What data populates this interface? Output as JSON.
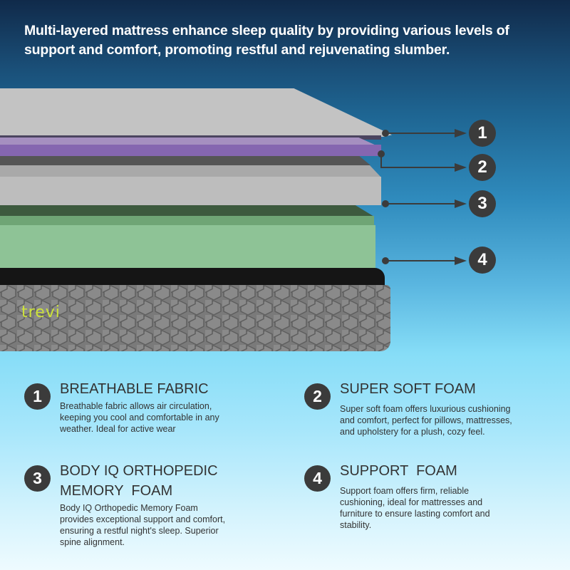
{
  "headline": "Multi-layered mattress enhance sleep quality by providing various levels of support and comfort, promoting restful and rejuvenating slumber.",
  "brand": "trevi",
  "colors": {
    "layer1": "#c3c3c3",
    "layer2": "#8566b0",
    "layer3": "#bdbdbd",
    "layer4": "#8ec396",
    "base": "#7a7a7a",
    "brand": "#cde33b",
    "badge": "#3b3b3b",
    "text": "#333333"
  },
  "callouts": [
    {
      "number": "1"
    },
    {
      "number": "2"
    },
    {
      "number": "3"
    },
    {
      "number": "4"
    }
  ],
  "features": [
    {
      "number": "1",
      "title": "BREATHABLE FABRIC",
      "description": "Breathable fabric allows air circulation, keeping you cool and comfortable in any weather. Ideal for active wear"
    },
    {
      "number": "2",
      "title": "SUPER SOFT FOAM",
      "description": "Super soft foam offers luxurious cushioning and comfort, perfect for pillows, mattresses, and upholstery for a plush, cozy feel."
    },
    {
      "number": "3",
      "title": "BODY IQ ORTHOPEDIC\nMEMORY  FOAM",
      "description": "Body IQ Orthopedic Memory Foam provides exceptional support and comfort, ensuring a restful night's sleep. Superior spine alignment."
    },
    {
      "number": "4",
      "title": "SUPPORT  FOAM",
      "description": "Support foam offers firm, reliable cushioning, ideal for mattresses and furniture to ensure lasting comfort and stability."
    }
  ]
}
